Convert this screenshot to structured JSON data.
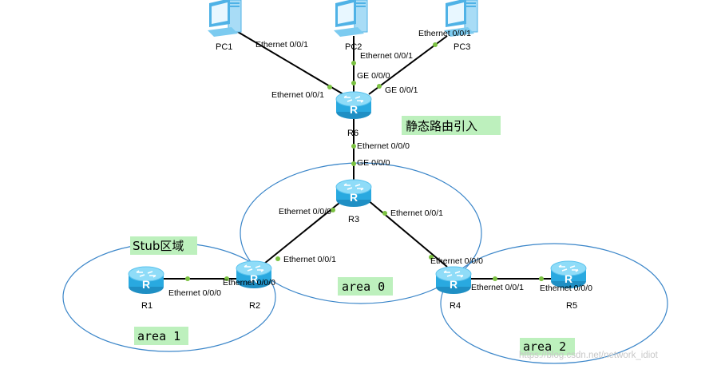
{
  "devices": {
    "pc1": "PC1",
    "pc2": "PC2",
    "pc3": "PC3",
    "r1": "R1",
    "r2": "R2",
    "r3": "R3",
    "r4": "R4",
    "r5": "R5",
    "r6": "R6"
  },
  "ports": {
    "pc1_e001": "Ethernet 0/0/1",
    "pc2_e001": "Ethernet 0/0/1",
    "pc3_e001": "Ethernet 0/0/1",
    "r6_e001": "Ethernet 0/0/1",
    "r6_ge000": "GE 0/0/0",
    "r6_ge001": "GE 0/0/1",
    "r6_e000": "Ethernet 0/0/0",
    "r3_ge000": "GE 0/0/0",
    "r3_e000": "Ethernet 0/0/0",
    "r3_e001": "Ethernet 0/0/1",
    "r2_e001": "Ethernet 0/0/1",
    "r2_e000": "Ethernet 0/0/0",
    "r1_e000": "Ethernet 0/0/0",
    "r4_e000": "Ethernet 0/0/0",
    "r4_e001": "Ethernet 0/0/1",
    "r5_e000": "Ethernet 0/0/0"
  },
  "tags": {
    "static_import": "静态路由引入",
    "stub_area": "Stub区域",
    "area0": "area 0",
    "area1": "area 1",
    "area2": "area 2"
  },
  "watermark": "https://blog.csdn.net/network_idiot",
  "colors": {
    "router_body": "#29a9e0",
    "router_top": "#8fdcf8",
    "pc_body": "#4fb2e6",
    "area_circle": "#3b86c9",
    "port_dot": "#7cc242",
    "tag_bg": "#bdf0bd",
    "link": "#000000"
  },
  "icons": {
    "router": "router-icon",
    "pc": "pc-icon"
  }
}
